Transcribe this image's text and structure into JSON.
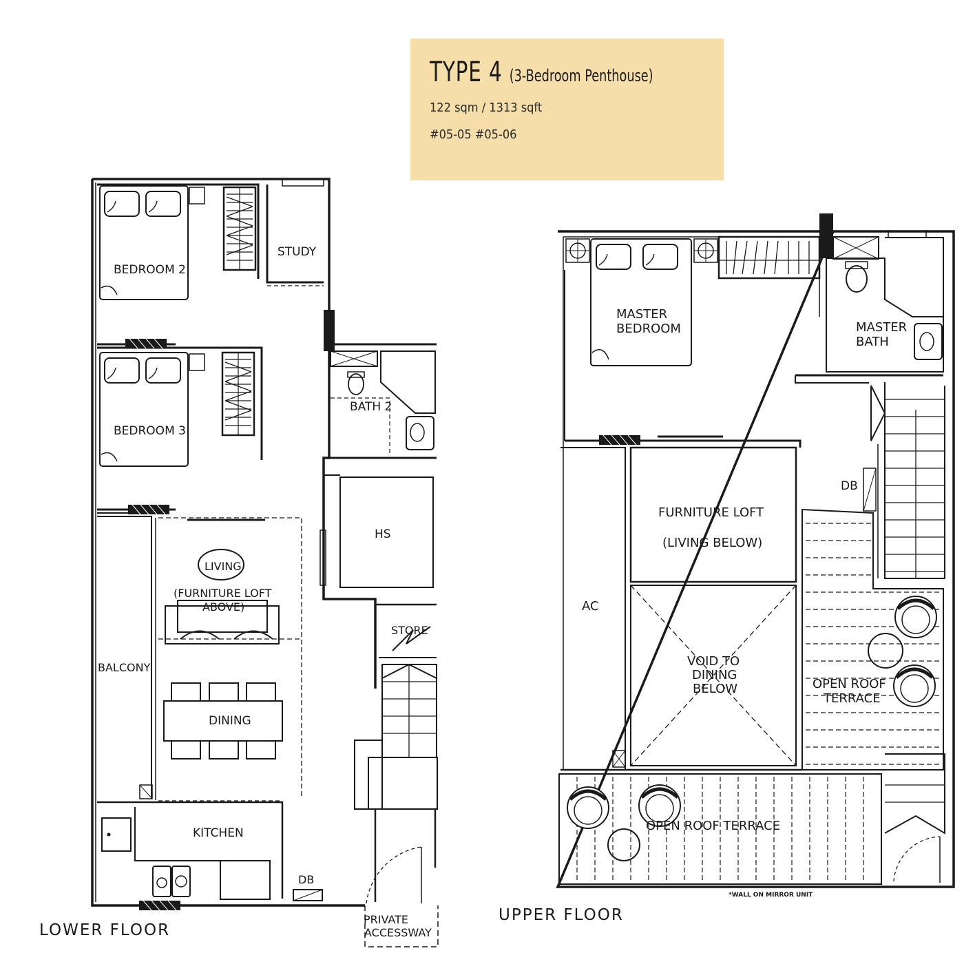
{
  "header": {
    "type_label": "TYPE 4",
    "type_desc": "(3-Bedroom Penthouse)",
    "area": "122 sqm / 1313 sqft",
    "units": "#05-05  #05-06"
  },
  "lower_floor": {
    "title": "LOWER FLOOR",
    "rooms": {
      "bedroom2": "BEDROOM 2",
      "bedroom3": "BEDROOM 3",
      "study": "STUDY",
      "bath2": "BATH 2",
      "hs": "HS",
      "living": "LIVING",
      "loft_above_1": "(FURNITURE LOFT",
      "loft_above_2": "ABOVE)",
      "balcony": "BALCONY",
      "dining": "DINING",
      "store": "STORE",
      "kitchen": "KITCHEN",
      "db": "DB",
      "private_1": "PRIVATE",
      "private_2": "ACCESSWAY"
    }
  },
  "upper_floor": {
    "title": "UPPER FLOOR",
    "rooms": {
      "master_bed_1": "MASTER",
      "master_bed_2": "BEDROOM",
      "master_bath_1": "MASTER",
      "master_bath_2": "BATH",
      "db": "DB",
      "loft_1": "FURNITURE LOFT",
      "loft_2": "(LIVING BELOW)",
      "ac": "AC",
      "void_1": "VOID TO",
      "void_2": "DINING",
      "void_3": "BELOW",
      "terrace_right_1": "OPEN ROOF",
      "terrace_right_2": "TERRACE",
      "terrace_bottom": "OPEN ROOF TERRACE",
      "note": "*WALL ON MIRROR UNIT"
    }
  }
}
